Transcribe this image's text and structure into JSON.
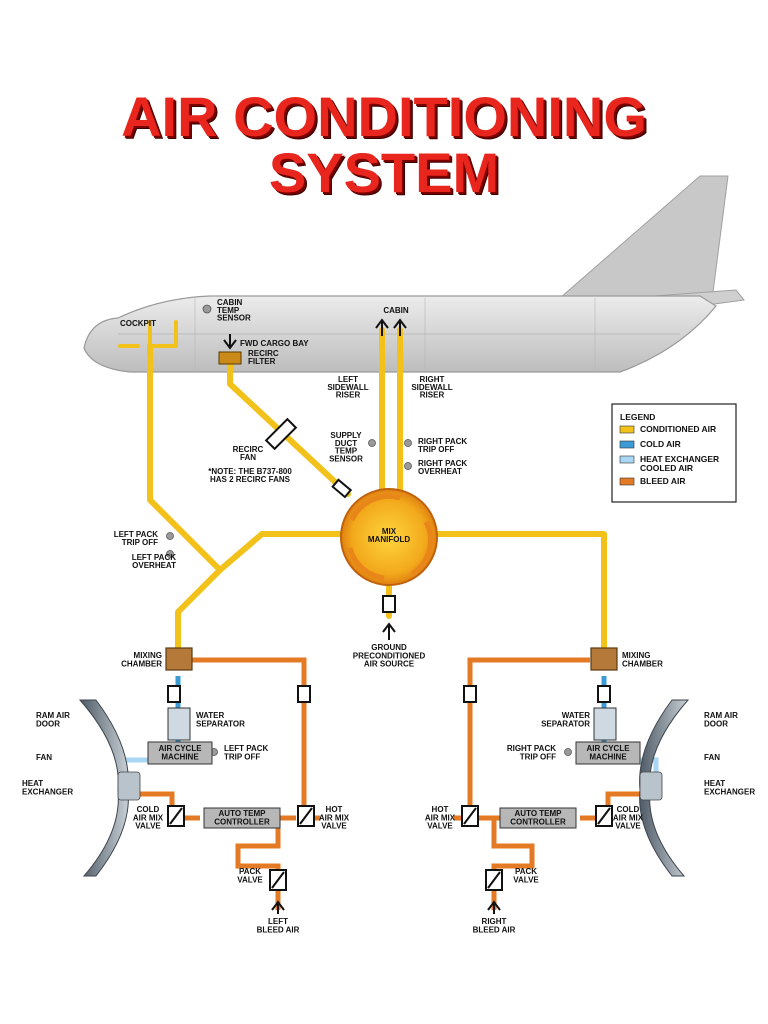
{
  "title_line1": "AIR CONDITIONING",
  "title_line2": "SYSTEM",
  "labels": {
    "cockpit": "COCKPIT",
    "cabin_temp_sensor": [
      "CABIN",
      "TEMP",
      "SENSOR"
    ],
    "fwd_cargo_bay": "FWD CARGO BAY",
    "recirc_filter": [
      "RECIRC",
      "FILTER"
    ],
    "cabin": "CABIN",
    "left_sidewall_riser": [
      "LEFT",
      "SIDEWALL",
      "RISER"
    ],
    "right_sidewall_riser": [
      "RIGHT",
      "SIDEWALL",
      "RISER"
    ],
    "recirc_fan": [
      "RECIRC",
      "FAN"
    ],
    "note": [
      "*NOTE: THE B737-800",
      "HAS 2 RECIRC FANS"
    ],
    "supply_duct_temp_sensor": [
      "SUPPLY",
      "DUCT",
      "TEMP",
      "SENSOR"
    ],
    "right_pack_trip_off_top": [
      "RIGHT PACK",
      "TRIP OFF"
    ],
    "right_pack_overheat": [
      "RIGHT PACK",
      "OVERHEAT"
    ],
    "left_pack_trip_off_top": [
      "LEFT PACK",
      "TRIP OFF"
    ],
    "left_pack_overheat": [
      "LEFT PACK",
      "OVERHEAT"
    ],
    "mix_manifold": [
      "MIX",
      "MANIFOLD"
    ],
    "ground_preconditioned": [
      "GROUND",
      "PRECONDITIONED",
      "AIR SOURCE"
    ],
    "mixing_chamber": [
      "MIXING",
      "CHAMBER"
    ],
    "ram_air_door": [
      "RAM AIR",
      "DOOR"
    ],
    "fan": "FAN",
    "heat_exchanger": [
      "HEAT",
      "EXCHANGER"
    ],
    "water_separator": [
      "WATER",
      "SEPARATOR"
    ],
    "air_cycle_machine": [
      "AIR CYCLE",
      "MACHINE"
    ],
    "left_pack_trip_off": [
      "LEFT PACK",
      "TRIP OFF"
    ],
    "right_pack_trip_off": [
      "RIGHT PACK",
      "TRIP OFF"
    ],
    "cold_air_mix_valve": [
      "COLD",
      "AIR MIX",
      "VALVE"
    ],
    "hot_air_mix_valve": [
      "HOT",
      "AIR MIX",
      "VALVE"
    ],
    "auto_temp_controller": [
      "AUTO TEMP",
      "CONTROLLER"
    ],
    "pack_valve": [
      "PACK",
      "VALVE"
    ],
    "left_bleed_air": [
      "LEFT",
      "BLEED AIR"
    ],
    "right_bleed_air": [
      "RIGHT",
      "BLEED AIR"
    ]
  },
  "legend": {
    "title": "LEGEND",
    "items": [
      {
        "label": [
          "CONDITIONED AIR"
        ],
        "color": "#f2c21b"
      },
      {
        "label": [
          "COLD AIR"
        ],
        "color": "#3a9bd6"
      },
      {
        "label": [
          "HEAT EXCHANGER",
          "COOLED AIR"
        ],
        "color": "#a9d6f2"
      },
      {
        "label": [
          "BLEED AIR"
        ],
        "color": "#e57a25"
      }
    ]
  },
  "colors": {
    "conditioned": "#f2c21b",
    "cold": "#3a9bd6",
    "hx_cooled": "#a9d6f2",
    "bleed": "#e57a25",
    "title": "#e8261e",
    "fuselage": "#d9d9d9"
  }
}
